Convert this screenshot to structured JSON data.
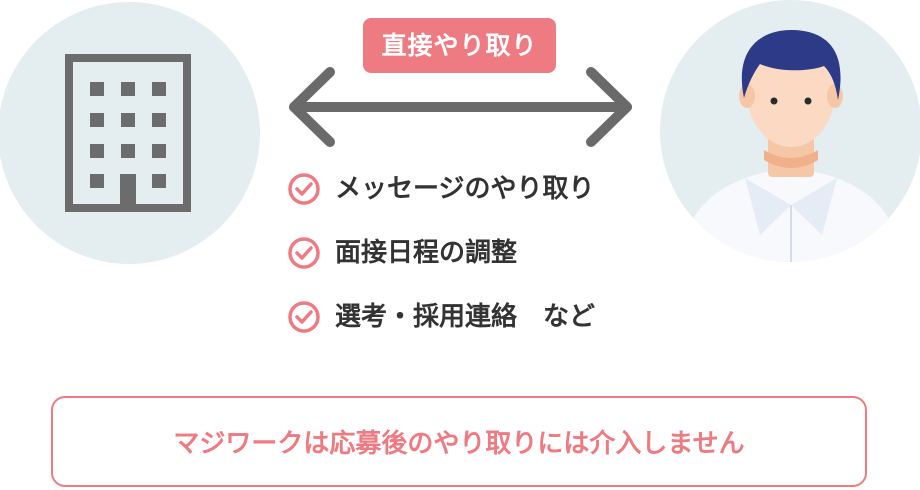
{
  "badge": {
    "label": "直接やり取り"
  },
  "items": [
    {
      "text": "メッセージのやり取り"
    },
    {
      "text": "面接日程の調整"
    },
    {
      "text": "選考・採用連絡　など"
    }
  ],
  "notice": {
    "text": "マジワークは応募後のやり取りには介入しません"
  },
  "icons": {
    "company": "building-icon",
    "person": "person-avatar",
    "arrow": "double-arrow-icon",
    "check": "check-circle-icon"
  },
  "colors": {
    "accent": "#ef7b82",
    "circle_bg": "#e4eef1",
    "building": "#6c6c6c",
    "arrow": "#6a6a6a",
    "text": "#333333"
  }
}
